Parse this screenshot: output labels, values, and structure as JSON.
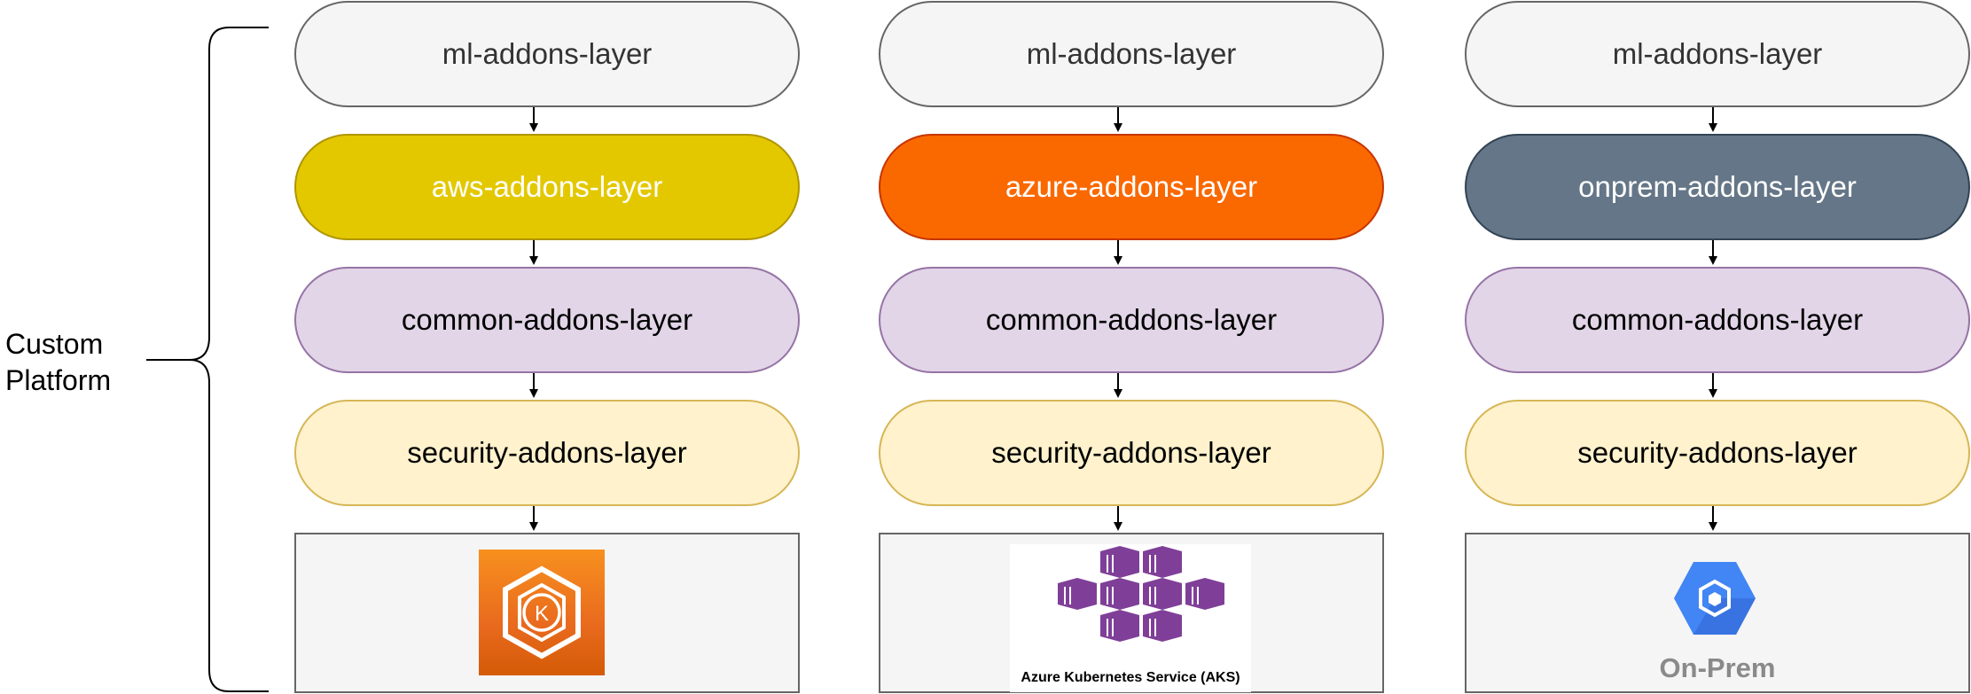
{
  "side_label": {
    "line1": "Custom",
    "line2": "Platform"
  },
  "columns": [
    {
      "id": "aws",
      "layers": [
        "ml-addons-layer",
        "aws-addons-layer",
        "common-addons-layer",
        "security-addons-layer"
      ],
      "platform": {
        "icon": "eks-kubernetes-icon",
        "caption": ""
      }
    },
    {
      "id": "azure",
      "layers": [
        "ml-addons-layer",
        "azure-addons-layer",
        "common-addons-layer",
        "security-addons-layer"
      ],
      "platform": {
        "icon": "aks-cubes-icon",
        "caption": "Azure Kubernetes Service (AKS)"
      }
    },
    {
      "id": "onprem",
      "layers": [
        "ml-addons-layer",
        "onprem-addons-layer",
        "common-addons-layer",
        "security-addons-layer"
      ],
      "platform": {
        "icon": "kubernetes-engine-hex-icon",
        "caption": "On-Prem"
      }
    }
  ],
  "colors": {
    "ml": "#f5f5f5",
    "aws": "#e3c800",
    "azure": "#fa6800",
    "onprem": "#647687",
    "common": "#e1d5e7",
    "security": "#fff2cc",
    "eks": "#f7901e",
    "aks": "#7f3f98",
    "gke": "#4285f4"
  }
}
